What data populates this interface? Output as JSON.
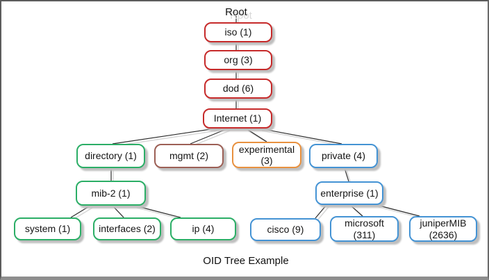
{
  "diagram": {
    "caption": "OID Tree Example"
  },
  "nodes": {
    "root": {
      "label": "Root"
    },
    "iso": {
      "label": "iso (1)"
    },
    "org": {
      "label": "org (3)"
    },
    "dod": {
      "label": "dod (6)"
    },
    "internet": {
      "label": "Internet (1)"
    },
    "directory": {
      "label": "directory (1)"
    },
    "mgmt": {
      "label": "mgmt (2)"
    },
    "experimental": {
      "line1": "experimental",
      "line2": "(3)"
    },
    "private": {
      "label": "private (4)"
    },
    "mib2": {
      "label": "mib-2 (1)"
    },
    "system": {
      "label": "system (1)"
    },
    "interfaces": {
      "label": "interfaces (2)"
    },
    "ip": {
      "label": "ip (4)"
    },
    "enterprise": {
      "label": "enterprise (1)"
    },
    "cisco": {
      "label": "cisco (9)"
    },
    "microsoft": {
      "line1": "microsoft",
      "line2": "(311)"
    },
    "junipermib": {
      "line1": "juniperMIB",
      "line2": "(2636)"
    }
  },
  "colors": {
    "red_branch": "#c62a2a",
    "maroon_branch": "#9c5f55",
    "green_branch": "#2bae66",
    "orange_branch": "#e8913f",
    "blue_branch": "#4493d4",
    "connector": "#2b2b2b",
    "shadow": "#bfbfbf"
  }
}
